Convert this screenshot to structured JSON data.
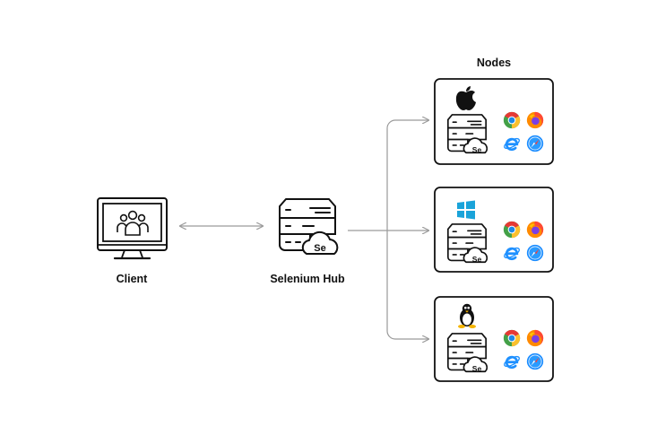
{
  "diagram": {
    "nodes_label": "Nodes",
    "client_label": "Client",
    "hub_label": "Selenium Hub",
    "hub_badge": "Se",
    "nodes": [
      {
        "os_icon": "apple-icon",
        "badge": "Se"
      },
      {
        "os_icon": "windows-icon",
        "badge": "Se"
      },
      {
        "os_icon": "linux-icon",
        "badge": "Se"
      }
    ],
    "browsers": [
      "chrome-icon",
      "firefox-icon",
      "ie-icon",
      "safari-icon"
    ],
    "colors": {
      "stroke": "#111111",
      "connector": "#9a9a9a",
      "windows": "#1aa3d9",
      "chrome_red": "#e53935",
      "chrome_green": "#43a047",
      "chrome_yellow": "#fbc02d",
      "chrome_blue": "#1e88e5",
      "firefox_orange": "#ff8a00",
      "firefox_purple": "#7b3fe4",
      "ie_blue": "#1e90ff",
      "safari_blue": "#1a8cff"
    }
  }
}
